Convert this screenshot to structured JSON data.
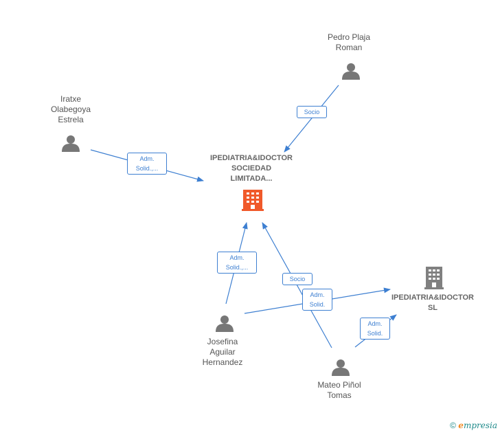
{
  "nodes": {
    "pedro": {
      "label": "Pedro Plaja\nRoman",
      "icon": "person-icon"
    },
    "iratxe": {
      "label": "Iratxe\nOlabegoya\nEstrela",
      "icon": "person-icon"
    },
    "josefina": {
      "label": "Josefina\nAguilar\nHernandez",
      "icon": "person-icon"
    },
    "mateo": {
      "label": "Mateo Piñol\nTomas",
      "icon": "person-icon"
    },
    "ipediatria_sociedad": {
      "label": "IPEDIATRIA&IDOCTOR\nSOCIEDAD\nLIMITADA...",
      "icon": "building-icon",
      "color": "#f0592a"
    },
    "ipediatria_sl": {
      "label": "IPEDIATRIA&IDOCTOR\nSL",
      "icon": "building-icon",
      "color": "#808080"
    }
  },
  "edges": {
    "pedro_socio": "Socio",
    "iratxe_adm": "Adm.\nSolid.,...",
    "josefina_adm": "Adm.\nSolid.,...",
    "mateo_socio": "Socio",
    "josefina_sl_adm": "Adm.\nSolid.",
    "mateo_sl_adm": "Adm.\nSolid."
  },
  "footer": {
    "copyright": "©",
    "brand_initial": "e",
    "brand_rest": "mpresia"
  },
  "colors": {
    "edge": "#3d7fd1",
    "person": "#777777",
    "main_company": "#f0592a",
    "other_company": "#808080"
  }
}
